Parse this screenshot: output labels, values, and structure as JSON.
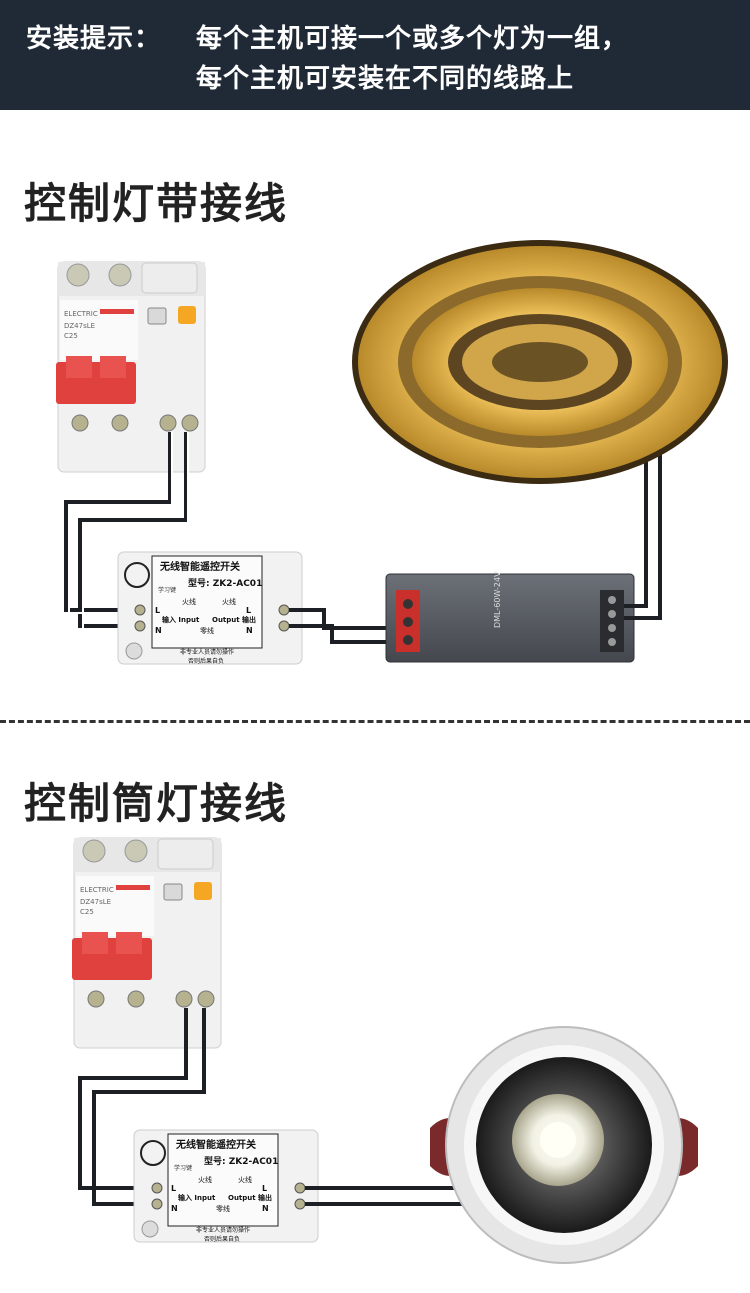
{
  "banner": {
    "label": "安装提示：",
    "line1": "每个主机可接一个或多个灯为一组，",
    "line2": "每个主机可安装在不同的线路上",
    "bg_color": "#1f2a36"
  },
  "section1": {
    "title": "控制灯带接线"
  },
  "section2": {
    "title": "控制筒灯接线"
  },
  "breaker": {
    "brand": "ELECTRIC",
    "model": "DZ47sLE",
    "rating": "C25",
    "handle_color": "#e0413e",
    "test_button": "#f5a623"
  },
  "controller": {
    "title": "无线智能遥控开关",
    "model_label": "型号: ZK2-AC01",
    "learn_label": "学习键",
    "fire_in": "火线",
    "fire_out": "火线",
    "input_label": "输入 Input",
    "output_label": "Output 输出",
    "neutral": "零线",
    "warning1": "非专业人员请勿操作",
    "warning2": "否则后果自负",
    "L": "L",
    "N": "N"
  },
  "driver": {
    "model": "DML-60W-24V"
  }
}
